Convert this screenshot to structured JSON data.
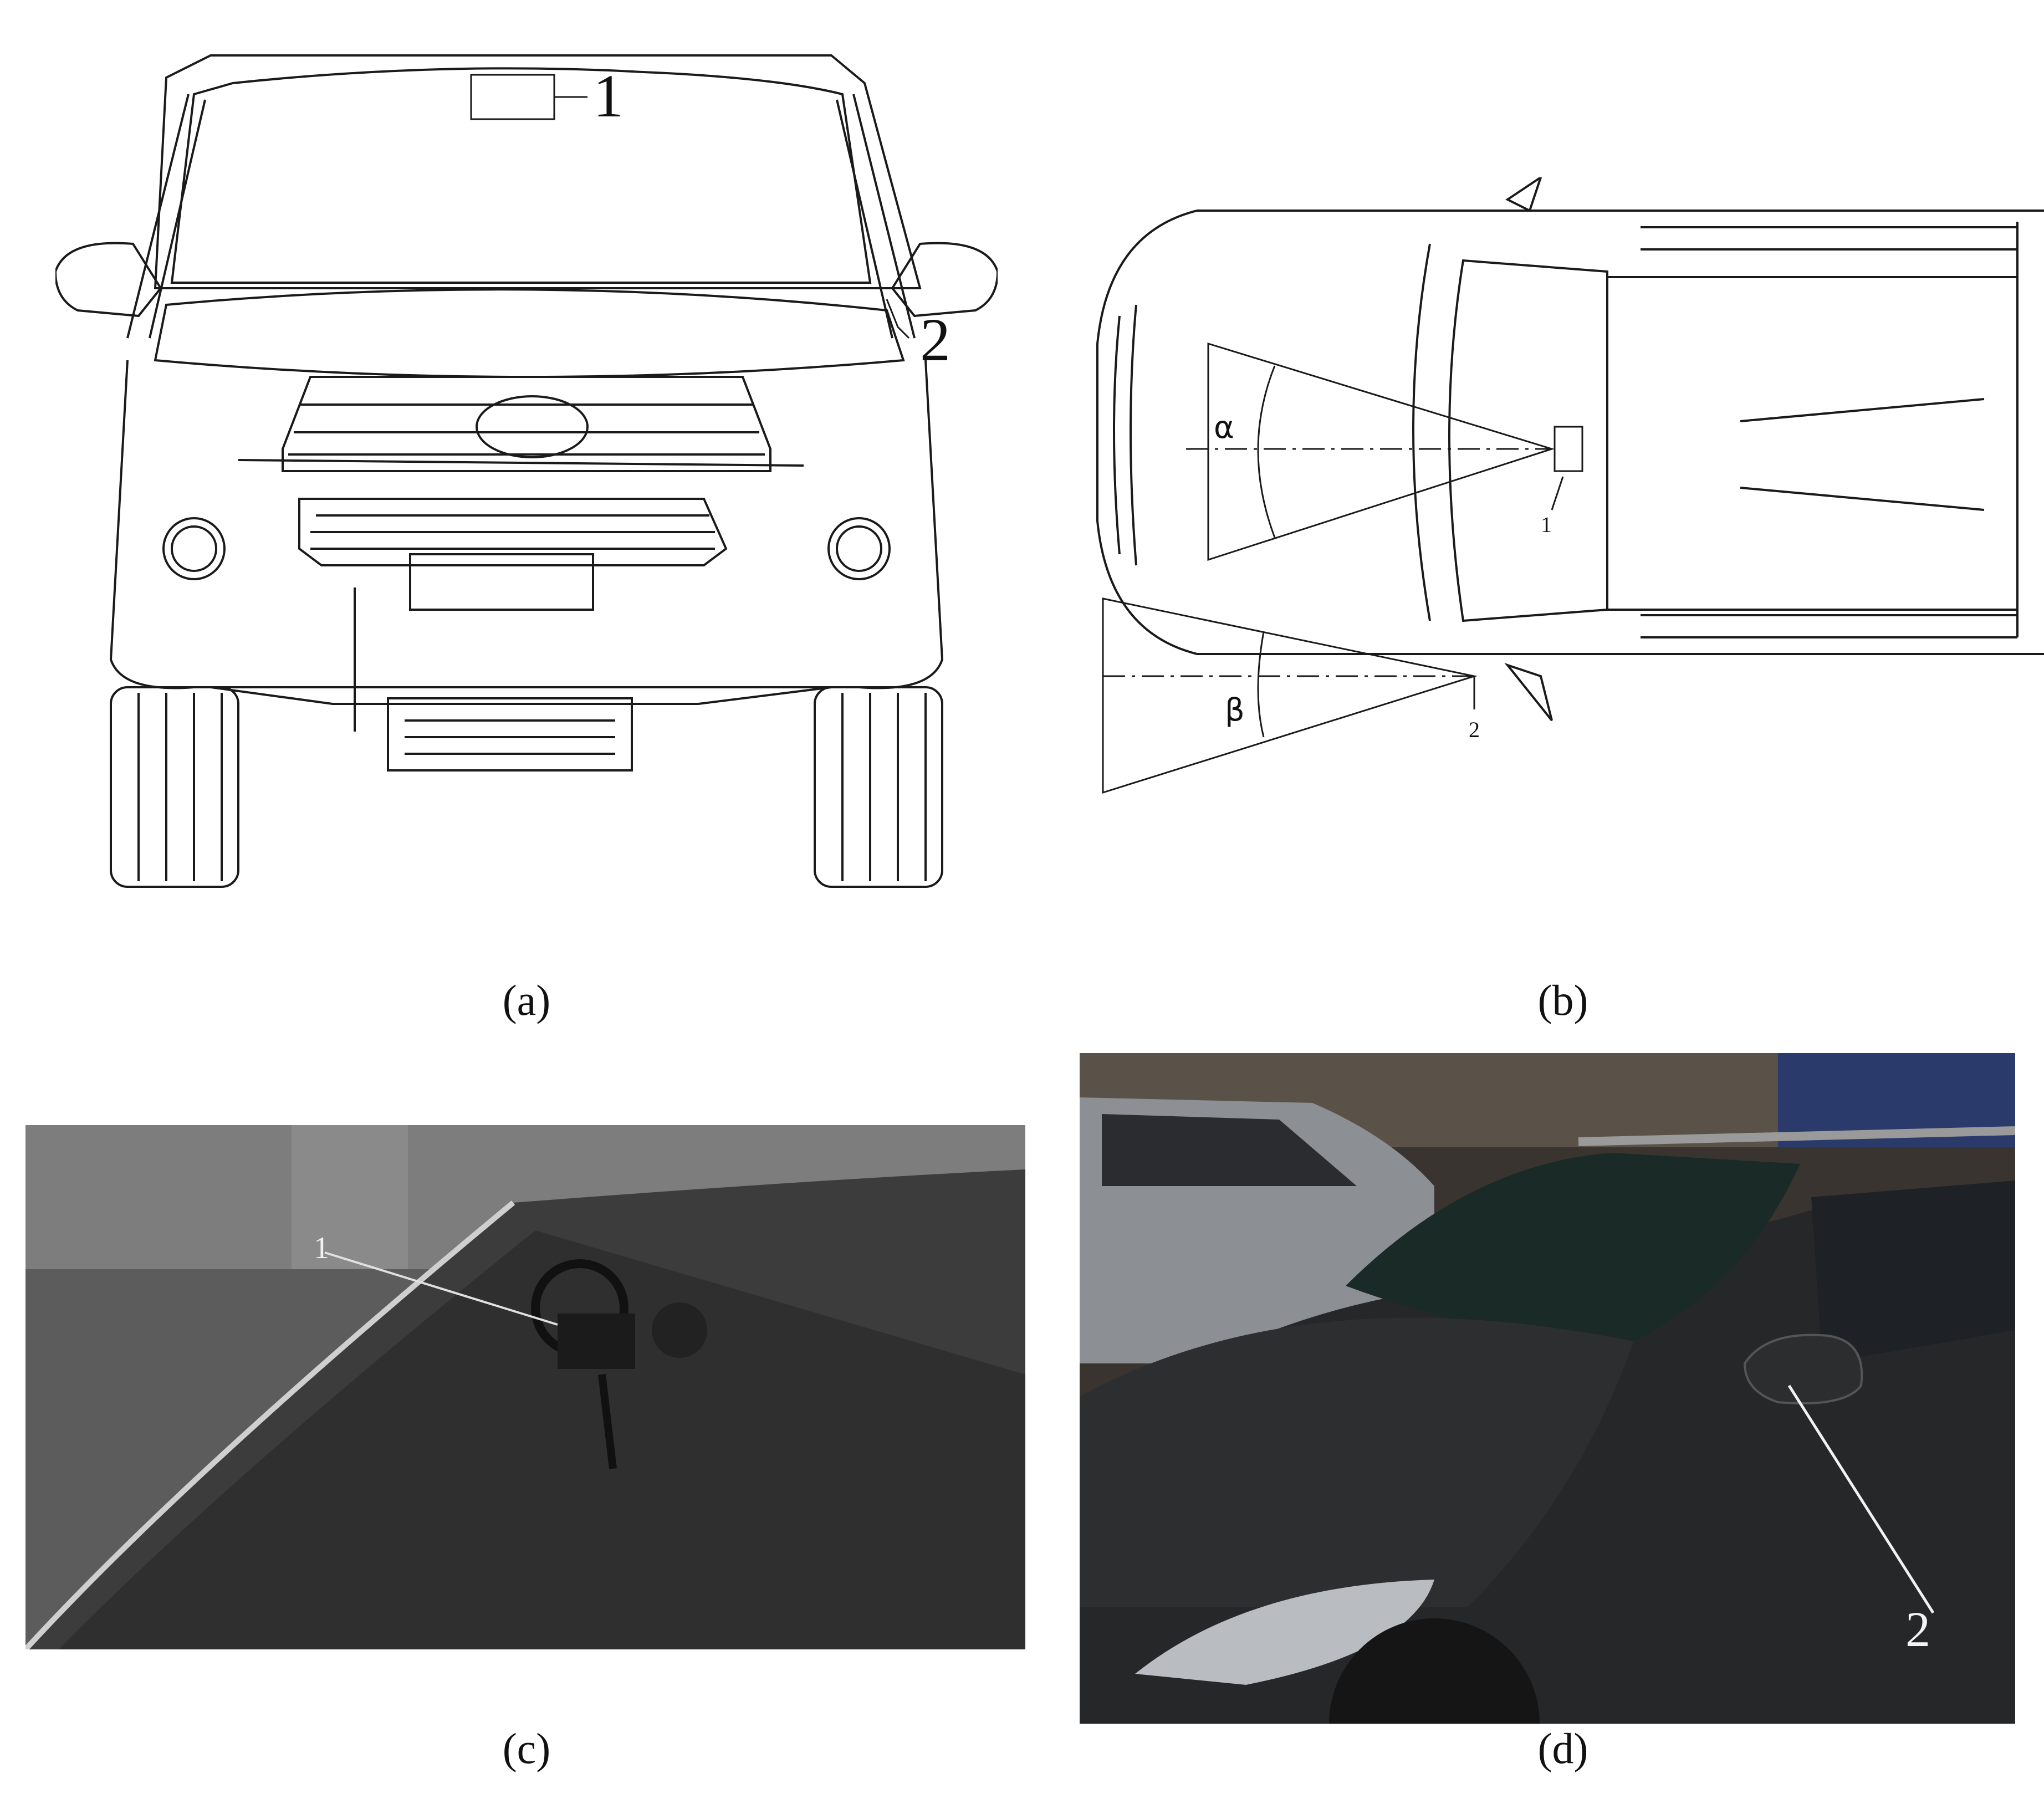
{
  "panels": {
    "a": {
      "caption": "(a)",
      "label_1": "1",
      "label_2": "2"
    },
    "b": {
      "caption": "(b)",
      "label_1": "1",
      "label_2": "2",
      "angle_alpha": "α",
      "angle_beta": "β"
    },
    "c": {
      "caption": "(c)",
      "label_1": "1"
    },
    "d": {
      "caption": "(d)",
      "label_2": "2"
    }
  },
  "colors": {
    "line": "#1a1a1a",
    "photo_c_bg": "#6f6f6f",
    "photo_d_bg": "#3a3430"
  }
}
